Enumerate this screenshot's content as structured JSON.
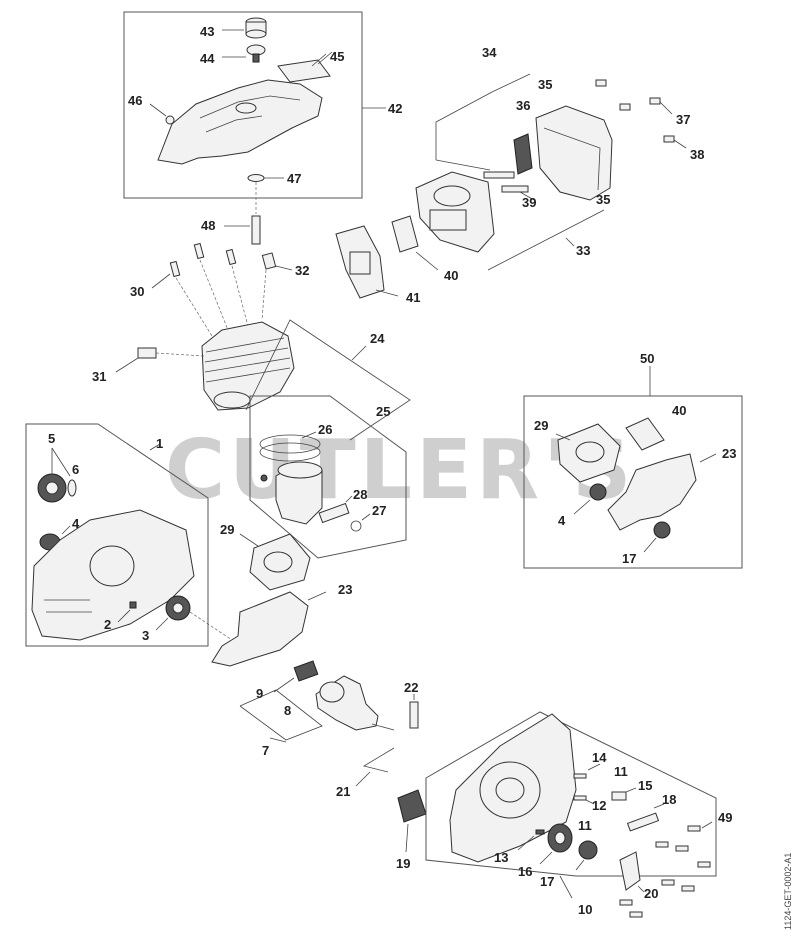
{
  "watermark": "CUTLER'S",
  "drawing_ref": "1124-GET-0002-A1",
  "callouts": [
    {
      "id": "c43",
      "text": "43"
    },
    {
      "id": "c44",
      "text": "44"
    },
    {
      "id": "c45",
      "text": "45"
    },
    {
      "id": "c46",
      "text": "46"
    },
    {
      "id": "c42",
      "text": "42"
    },
    {
      "id": "c47",
      "text": "47"
    },
    {
      "id": "c48",
      "text": "48"
    },
    {
      "id": "c30",
      "text": "30"
    },
    {
      "id": "c32",
      "text": "32"
    },
    {
      "id": "c31",
      "text": "31"
    },
    {
      "id": "c24",
      "text": "24"
    },
    {
      "id": "c34",
      "text": "34"
    },
    {
      "id": "c35a",
      "text": "35"
    },
    {
      "id": "c36",
      "text": "36"
    },
    {
      "id": "c37",
      "text": "37"
    },
    {
      "id": "c38",
      "text": "38"
    },
    {
      "id": "c39",
      "text": "39"
    },
    {
      "id": "c35b",
      "text": "35"
    },
    {
      "id": "c33",
      "text": "33"
    },
    {
      "id": "c40a",
      "text": "40"
    },
    {
      "id": "c41",
      "text": "41"
    },
    {
      "id": "c50",
      "text": "50"
    },
    {
      "id": "c29b",
      "text": "29"
    },
    {
      "id": "c40b",
      "text": "40"
    },
    {
      "id": "c23b",
      "text": "23"
    },
    {
      "id": "c4b",
      "text": "4"
    },
    {
      "id": "c17b",
      "text": "17"
    },
    {
      "id": "c5",
      "text": "5"
    },
    {
      "id": "c1",
      "text": "1"
    },
    {
      "id": "c6",
      "text": "6"
    },
    {
      "id": "c4a",
      "text": "4"
    },
    {
      "id": "c2",
      "text": "2"
    },
    {
      "id": "c3",
      "text": "3"
    },
    {
      "id": "c25",
      "text": "25"
    },
    {
      "id": "c26",
      "text": "26"
    },
    {
      "id": "c28",
      "text": "28"
    },
    {
      "id": "c27",
      "text": "27"
    },
    {
      "id": "c29a",
      "text": "29"
    },
    {
      "id": "c23a",
      "text": "23"
    },
    {
      "id": "c9",
      "text": "9"
    },
    {
      "id": "c8",
      "text": "8"
    },
    {
      "id": "c7",
      "text": "7"
    },
    {
      "id": "c22",
      "text": "22"
    },
    {
      "id": "c21",
      "text": "21"
    },
    {
      "id": "c19",
      "text": "19"
    },
    {
      "id": "c14",
      "text": "14"
    },
    {
      "id": "c11a",
      "text": "11"
    },
    {
      "id": "c15",
      "text": "15"
    },
    {
      "id": "c12",
      "text": "12"
    },
    {
      "id": "c18",
      "text": "18"
    },
    {
      "id": "c11b",
      "text": "11"
    },
    {
      "id": "c49",
      "text": "49"
    },
    {
      "id": "c13",
      "text": "13"
    },
    {
      "id": "c16",
      "text": "16"
    },
    {
      "id": "c17a",
      "text": "17"
    },
    {
      "id": "c20",
      "text": "20"
    },
    {
      "id": "c10",
      "text": "10"
    }
  ]
}
